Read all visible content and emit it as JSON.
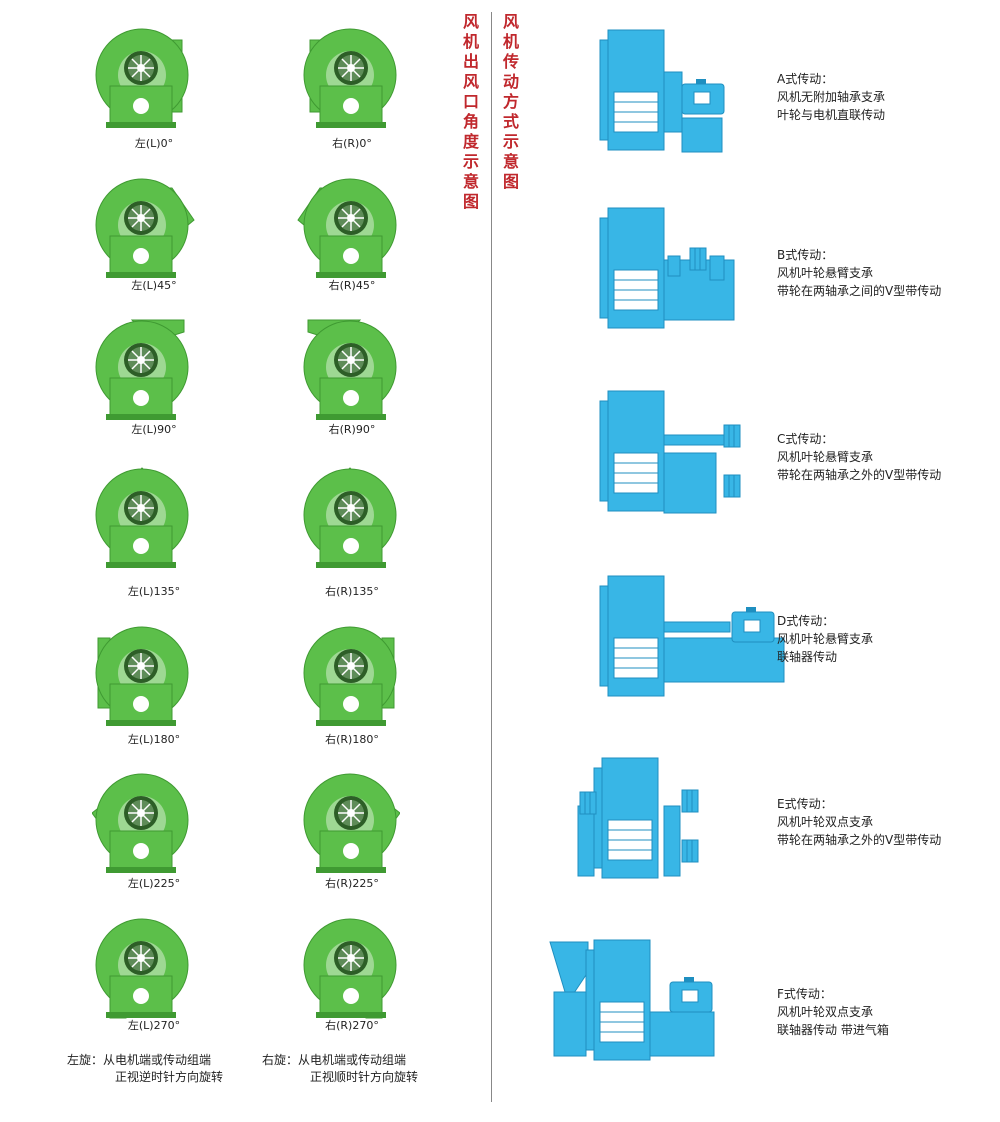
{
  "left_title": "风机出风口角度示意图",
  "right_title": "风机传动方式示意图",
  "fan_color": "#5cbf4a",
  "drive_color": "#38b6e6",
  "title_color": "#c0282d",
  "outlets": [
    {
      "label": "左(L)0°"
    },
    {
      "label": "右(R)0°"
    },
    {
      "label": "左(L)45°"
    },
    {
      "label": "右(R)45°"
    },
    {
      "label": "左(L)90°"
    },
    {
      "label": "右(R)90°"
    },
    {
      "label": "左(L)135°"
    },
    {
      "label": "右(R)135°"
    },
    {
      "label": "左(L)180°"
    },
    {
      "label": "右(R)180°"
    },
    {
      "label": "左(L)225°"
    },
    {
      "label": "右(R)225°"
    },
    {
      "label": "左(L)270°"
    },
    {
      "label": "右(R)270°"
    }
  ],
  "rotation_notes": {
    "left": {
      "line1": "左旋：从电机端或传动组端",
      "line2": "正视逆时针方向旋转"
    },
    "right": {
      "line1": "右旋：从电机端或传动组端",
      "line2": "正视顺时针方向旋转"
    }
  },
  "drives": [
    {
      "title": "A式传动：",
      "line1": "风机无附加轴承支承",
      "line2": "叶轮与电机直联传动"
    },
    {
      "title": "B式传动：",
      "line1": "风机叶轮悬臂支承",
      "line2": "带轮在两轴承之间的V型带传动"
    },
    {
      "title": "C式传动：",
      "line1": "风机叶轮悬臂支承",
      "line2": "带轮在两轴承之外的V型带传动"
    },
    {
      "title": "D式传动：",
      "line1": "风机叶轮悬臂支承",
      "line2": "联轴器传动"
    },
    {
      "title": "E式传动：",
      "line1": "风机叶轮双点支承",
      "line2": "带轮在两轴承之外的V型带传动"
    },
    {
      "title": "F式传动：",
      "line1": "风机叶轮双点支承",
      "line2": "联轴器传动  带进气箱"
    }
  ]
}
